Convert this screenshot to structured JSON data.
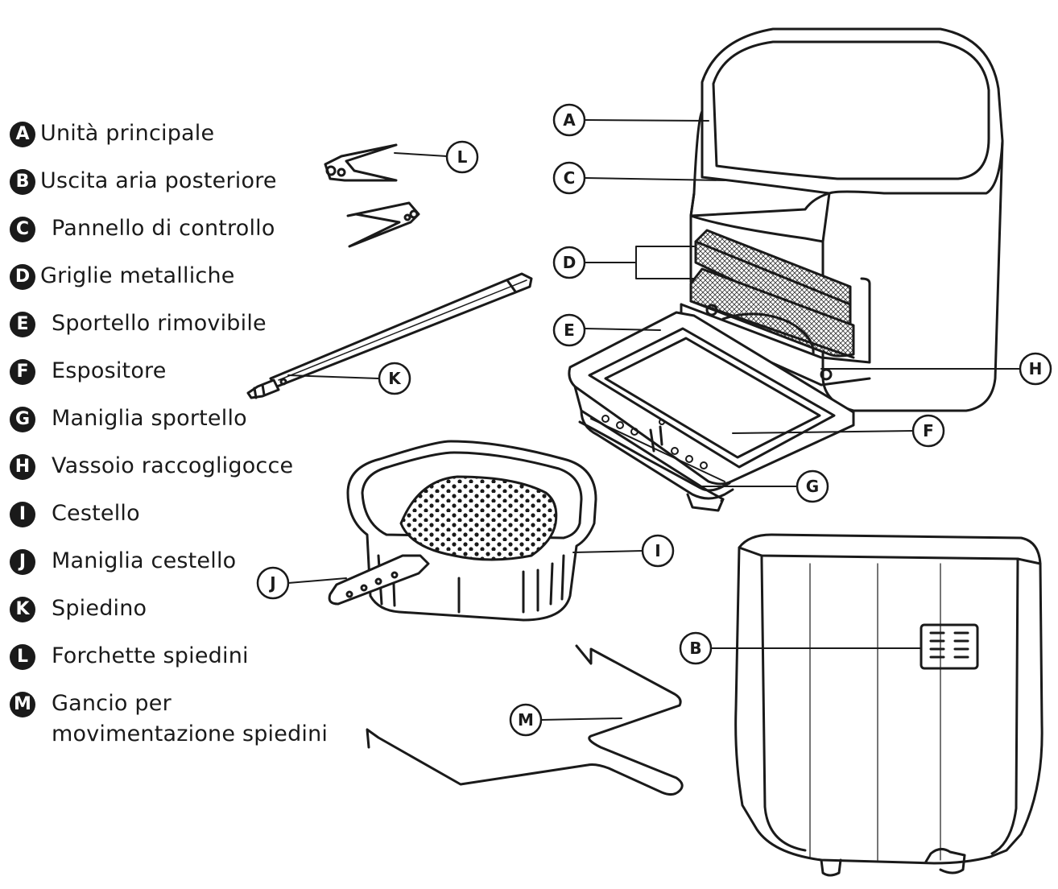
{
  "legend": [
    {
      "letter": "A",
      "label": "Unità principale"
    },
    {
      "letter": "B",
      "label": "Uscita aria posteriore"
    },
    {
      "letter": "C",
      "label": "Pannello di controllo"
    },
    {
      "letter": "D",
      "label": "Griglie metalliche"
    },
    {
      "letter": "E",
      "label": "Sportello rimovibile"
    },
    {
      "letter": "F",
      "label": "Espositore"
    },
    {
      "letter": "G",
      "label": "Maniglia sportello"
    },
    {
      "letter": "H",
      "label": "Vassoio raccogligocce"
    },
    {
      "letter": "I",
      "label": "Cestello"
    },
    {
      "letter": "J",
      "label": "Maniglia cestello"
    },
    {
      "letter": "K",
      "label": "Spiedino"
    },
    {
      "letter": "L",
      "label": "Forchette spiedini"
    },
    {
      "letter": "M",
      "label": "Gancio per\nmovimentazione spiedini"
    }
  ],
  "callouts": {
    "A": "A",
    "B": "B",
    "C": "C",
    "D": "D",
    "E": "E",
    "F": "F",
    "G": "G",
    "H": "H",
    "I": "I",
    "J": "J",
    "K": "K",
    "L": "L",
    "M": "M"
  }
}
